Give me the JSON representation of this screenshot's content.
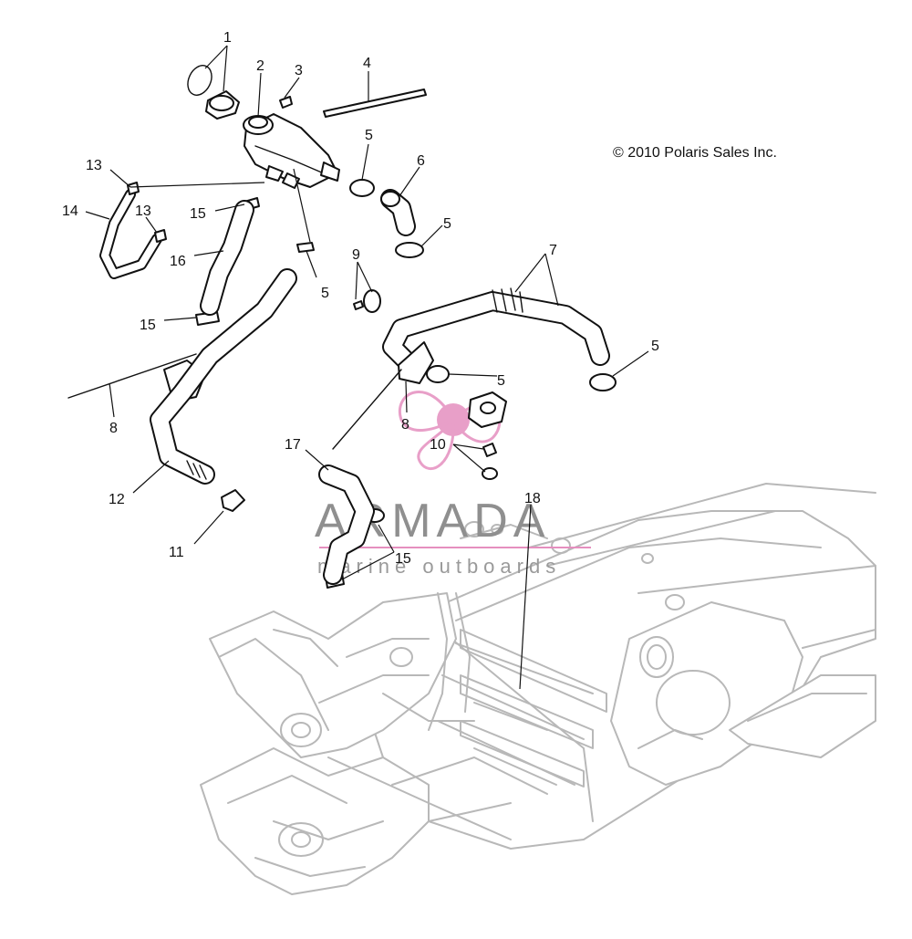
{
  "copyright": "© 2010 Polaris Sales Inc.",
  "watermark": {
    "brand": "ARMADA",
    "tagline": "marine outboards",
    "logo_color": "#e58fbf",
    "text_color": "#8f8f8f"
  },
  "callouts": [
    "1",
    "2",
    "3",
    "4",
    "5",
    "5",
    "5",
    "5",
    "5",
    "6",
    "7",
    "8",
    "8",
    "9",
    "10",
    "11",
    "12",
    "13",
    "13",
    "14",
    "15",
    "15",
    "15",
    "16",
    "17",
    "18"
  ]
}
